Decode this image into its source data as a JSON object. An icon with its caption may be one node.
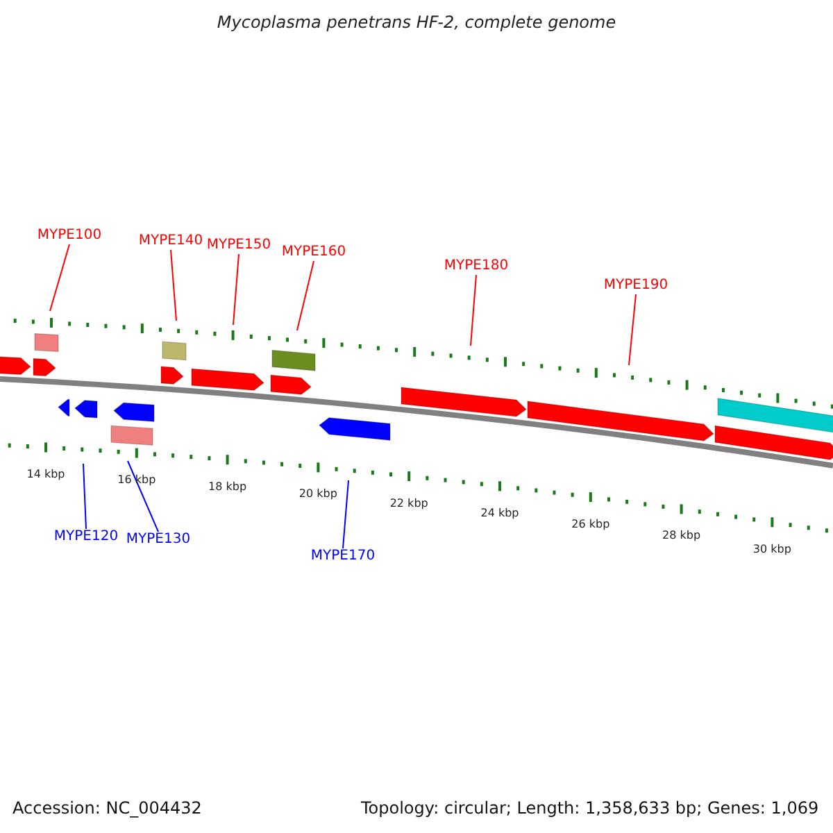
{
  "diagram": {
    "title": "Mycoplasma penetrans HF-2, complete genome",
    "nodes": [
      {
        "text": [
          "MYPE100"
        ]
      },
      {
        "text": [
          "MYPE140"
        ]
      },
      {
        "text": [
          "MYPE150"
        ]
      },
      {
        "text": [
          "MYPE160"
        ]
      },
      {
        "text": [
          "MYPE180"
        ]
      },
      {
        "text": [
          "MYPE190"
        ]
      },
      {
        "text": [
          "MYPE120"
        ]
      },
      {
        "text": [
          "MYPE130"
        ]
      },
      {
        "text": [
          "MYPE170"
        ]
      }
    ],
    "edges": [
      {
        "from": 0,
        "to": null,
        "arrow": "none"
      },
      {
        "from": 1,
        "to": null,
        "arrow": "none"
      },
      {
        "from": 2,
        "to": null,
        "arrow": "none"
      },
      {
        "from": 3,
        "to": null,
        "arrow": "none"
      },
      {
        "from": 4,
        "to": null,
        "arrow": "none"
      },
      {
        "from": 5,
        "to": null,
        "arrow": "none"
      },
      {
        "from": 6,
        "to": null,
        "arrow": "none",
        "color": "#0000ff"
      },
      {
        "from": 7,
        "to": null,
        "arrow": "none",
        "color": "#0000ff"
      },
      {
        "from": 8,
        "to": null,
        "arrow": "none",
        "color": "#0000ff"
      }
    ],
    "labels": [
      "14 kbp",
      "16 kbp",
      "18 kbp",
      "20 kbp",
      "22 kbp",
      "24 kbp",
      "26 kbp",
      "28 kbp",
      "30 kbp",
      "Accession: NC_004432",
      "Topology: circular; Length: 1,358,633 bp; Genes: 1,069"
    ]
  }
}
